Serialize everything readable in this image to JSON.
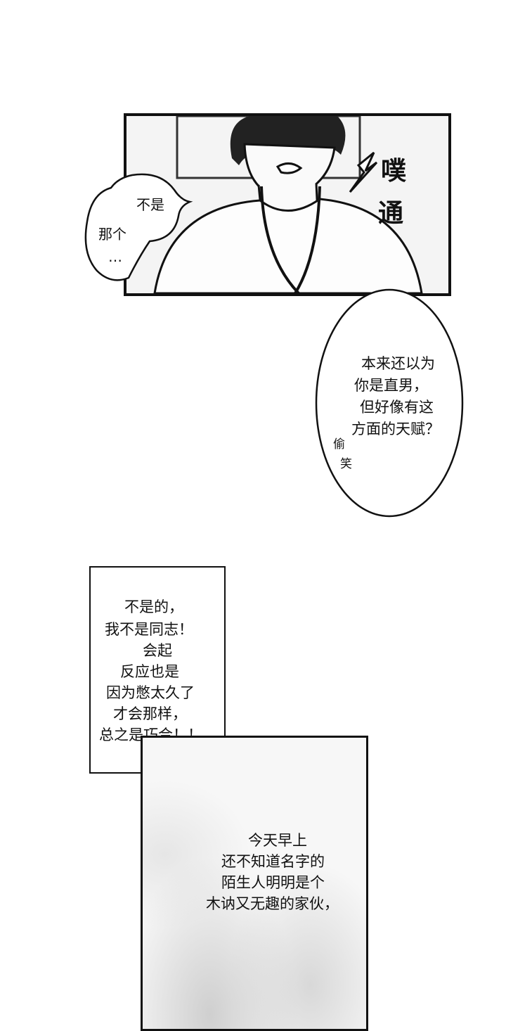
{
  "panel_top": {
    "speech_left": [
      "不是",
      "那个",
      "…"
    ],
    "sfx": [
      "噗",
      "通"
    ]
  },
  "oval_bubble": {
    "lines": [
      "本来还以为",
      "你是直男，",
      "但好像有这",
      "方面的天赋？"
    ],
    "side_sfx": [
      "偷",
      "笑"
    ]
  },
  "caption_box": {
    "lines": [
      "不是的，",
      "我不是同志！",
      "会起",
      "反应也是",
      "因为憋太久了",
      "才会那样，",
      "总之是巧合！！"
    ]
  },
  "panel_bottom": {
    "lines": [
      "今天早上",
      "还不知道名字的",
      "陌生人明明是个",
      "木讷又无趣的家伙，"
    ]
  }
}
